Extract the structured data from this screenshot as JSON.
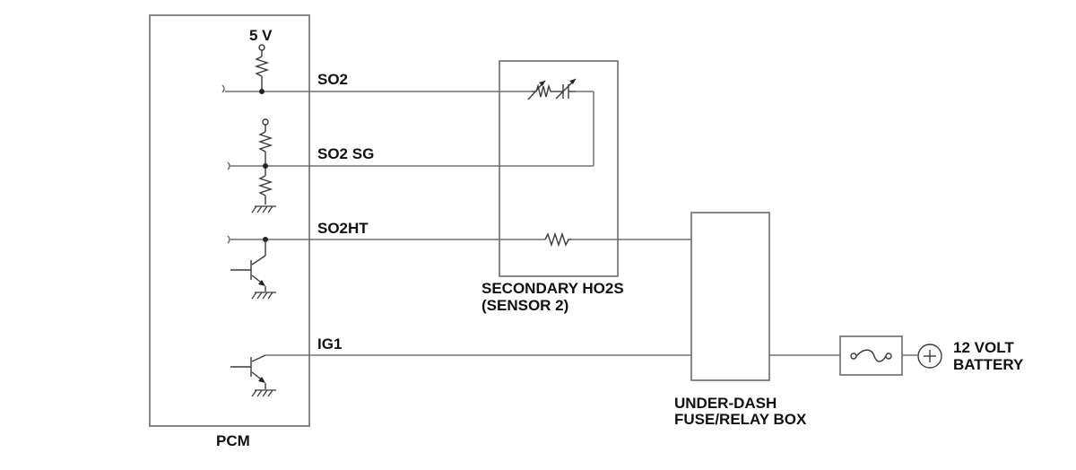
{
  "labels": {
    "supply": "5 V",
    "so2": "SO2",
    "so2_sg": "SO2 SG",
    "so2ht": "SO2HT",
    "ig1": "IG1",
    "pcm": "PCM",
    "sensor_line1": "SECONDARY HO2S",
    "sensor_line2": "(SENSOR 2)",
    "fusebox_line1": "UNDER-DASH",
    "fusebox_line2": "FUSE/RELAY BOX",
    "battery_line1": "12 VOLT",
    "battery_line2": "BATTERY"
  },
  "icons": {
    "battery": "battery-plus-icon",
    "fuse": "fuse-icon",
    "resistor": "resistor-icon",
    "variable_resistor": "variable-resistor-icon",
    "ground": "ground-icon",
    "transistor": "transistor-icon"
  }
}
